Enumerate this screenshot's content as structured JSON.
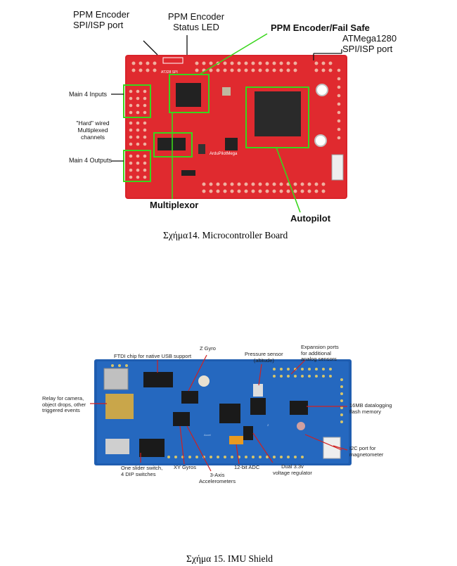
{
  "figure1": {
    "labels": {
      "ppm_spi": [
        "PPM Encoder",
        "SPI/ISP port"
      ],
      "ppm_led": [
        "PPM Encoder",
        "Status LED"
      ],
      "ppm_failsafe": "PPM  Encoder/Fail Safe",
      "atmega": [
        "ATMega1280",
        "SPI/ISP port"
      ],
      "main_inputs": "Main 4 Inputs",
      "hard_wired": [
        "\"Hard\" wired",
        "Multiplexed",
        "channels"
      ],
      "main_outputs": "Main 4 Outputs",
      "multiplexor": "Multiplexor",
      "autopilot": "Autopilot",
      "board_text": "ArduPilotMega"
    },
    "caption": "Σχήμα14.  Microcontroller Board"
  },
  "figure2": {
    "labels": {
      "ftdi": "FTDI chip for native USB support",
      "zgyro": "Z Gyro",
      "pressure": [
        "Pressure sensor",
        "(altitude)"
      ],
      "expansion": [
        "Expansion ports",
        "for additional",
        "analog sensors"
      ],
      "relay": [
        "Relay for camera,",
        "object drops, other",
        "triggered events"
      ],
      "flash": [
        "16MB datalogging",
        "flash memory"
      ],
      "i2c": [
        "I2C port for",
        "magnetometer"
      ],
      "slider": [
        "One slider switch,",
        "4 DIP switches"
      ],
      "xygyros": "XY Gyros",
      "adc": "12-bit ADC",
      "regulator": [
        "Dual 3.3v",
        "voltage regulator"
      ],
      "accel": [
        "3-Axis",
        "Accelerometers"
      ]
    },
    "caption": "Σχήμα 15.  IMU Shield"
  },
  "colors": {
    "board_red": "#d9232a",
    "board_blue": "#1f5db0",
    "highlight_green": "#39d61c"
  }
}
